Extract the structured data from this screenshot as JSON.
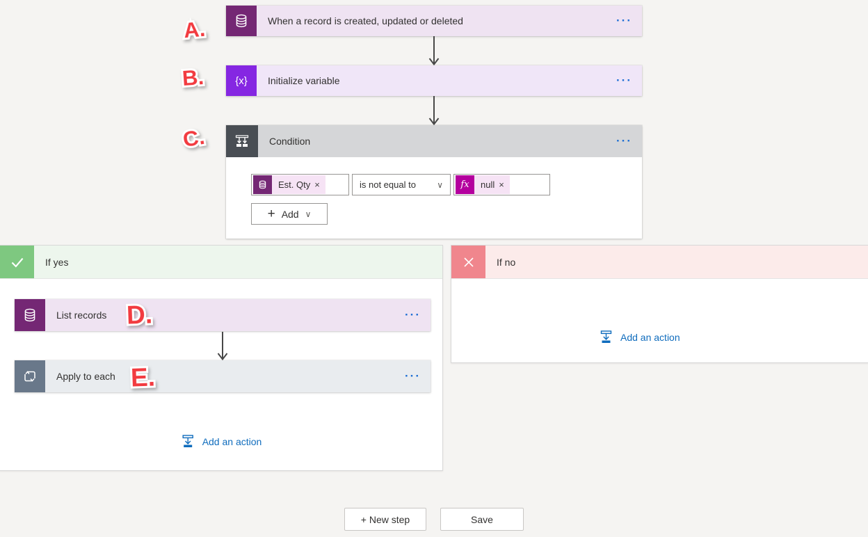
{
  "annotations": {
    "a": "A.",
    "b": "B.",
    "c": "C.",
    "d": "D.",
    "e": "E."
  },
  "icons": {
    "more": "···",
    "remove": "×",
    "chevron": "∨",
    "plus": "+"
  },
  "trigger_card": {
    "title": "When a record is created, updated or deleted"
  },
  "initialize_card": {
    "title": "Initialize variable",
    "icon_glyph": "{x}"
  },
  "condition_card": {
    "title": "Condition",
    "left_operand": {
      "label": "Est. Qty"
    },
    "operator": "is not equal to",
    "right_operand": {
      "icon_glyph": "fx",
      "label": "null"
    },
    "add_label": "Add"
  },
  "if_yes_branch": {
    "title": "If yes",
    "cards": [
      {
        "title": "List records"
      },
      {
        "title": "Apply to each"
      }
    ],
    "add_action_label": "Add an action"
  },
  "if_no_branch": {
    "title": "If no",
    "add_action_label": "Add an action"
  },
  "footer": {
    "new_step_label": "+ New step",
    "save_label": "Save"
  },
  "colors": {
    "canvas_bg": "#F5F4F2",
    "dataverse_purple": "#742774",
    "variable_purple": "#8527E2",
    "fx_magenta": "#B4009E",
    "condition_gray": "#494E54",
    "condition_header": "#D5D6D8",
    "yes_green": "#7EC880",
    "yes_header": "#EDF6ED",
    "no_red": "#F0868D",
    "no_header": "#FCEBEA",
    "apply_slate": "#69788A",
    "link_blue": "#0F6CBD",
    "menu_dot_blue": "#1F6FD4",
    "chip_pink": "#F6E3F5",
    "annotation_red": "#F23B40"
  }
}
